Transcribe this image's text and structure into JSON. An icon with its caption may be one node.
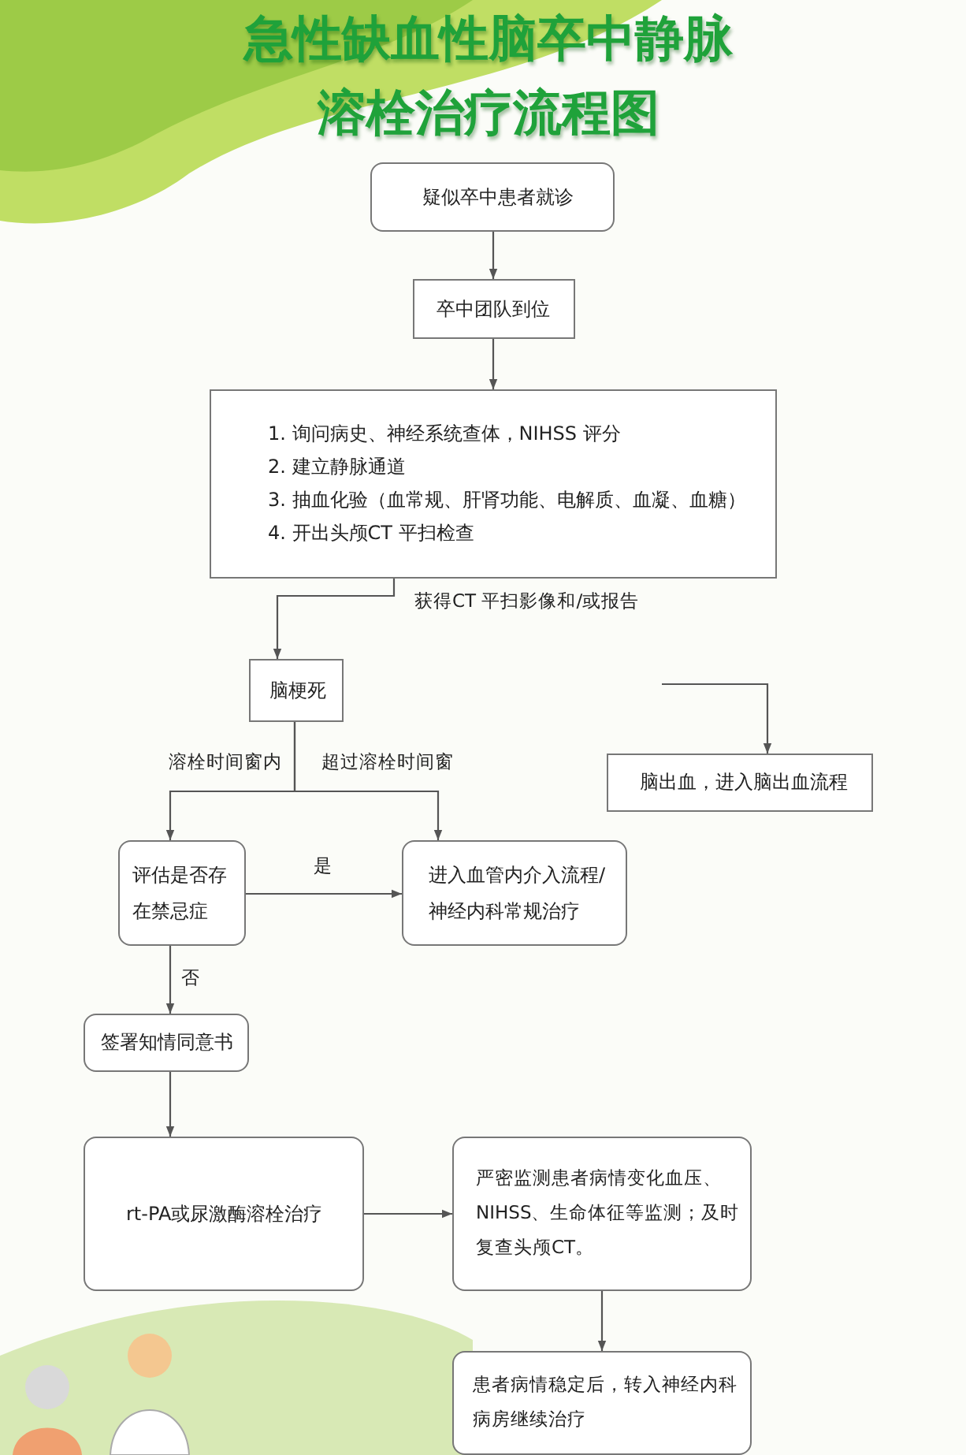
{
  "diagram": {
    "title": "急性缺血性脑卒中静脉溶栓治疗流程图",
    "nodes": [
      {
        "text": [
          "疑似卒中患者就诊"
        ]
      },
      {
        "text": [
          "卒中团队到位"
        ]
      },
      {
        "text": [
          "1. 询问病史、神经系统查体，NIHSS 评分",
          "2. 建立静脉通道",
          "3. 抽血化验（血常规、肝肾功能、电解质、血凝、血糖）",
          "4. 开出头颅CT 平扫检查"
        ]
      },
      {
        "text": [
          "脑梗死"
        ]
      },
      {
        "text": [
          "脑出血，进入脑出血流程"
        ]
      },
      {
        "text": [
          "评估是否存在禁忌症"
        ]
      },
      {
        "text": [
          "进入血管内介入流程/神经内科常规治疗"
        ]
      },
      {
        "text": [
          "签署知情同意书"
        ]
      },
      {
        "text": [
          "rt-PA或尿激酶溶栓治疗"
        ]
      },
      {
        "text": [
          "严密监测患者病情变化血压、NIHSS、生命体征等监测；及时复查头颅CT。"
        ]
      },
      {
        "text": [
          "患者病情稳定后，转入神经内科病房继续治疗"
        ]
      }
    ],
    "edges": [
      {
        "from": 0,
        "to": 1,
        "arrow": "to"
      },
      {
        "from": 1,
        "to": 2,
        "arrow": "to"
      },
      {
        "from": 2,
        "to": 3,
        "arrow": "to",
        "label": "获得CT 平扫影像和/或报告"
      },
      {
        "from": null,
        "to": 4,
        "arrow": "to"
      },
      {
        "from": 3,
        "to": 5,
        "arrow": "to",
        "label": "溶栓时间窗内"
      },
      {
        "from": 3,
        "to": 6,
        "arrow": "to",
        "label": "超过溶栓时间窗"
      },
      {
        "from": 5,
        "to": 6,
        "arrow": "to",
        "label": "是"
      },
      {
        "from": 5,
        "to": 7,
        "arrow": "to",
        "label": "否"
      },
      {
        "from": 7,
        "to": 8,
        "arrow": "to"
      },
      {
        "from": 8,
        "to": 9,
        "arrow": "to"
      },
      {
        "from": 9,
        "to": 10,
        "arrow": "to"
      }
    ]
  }
}
